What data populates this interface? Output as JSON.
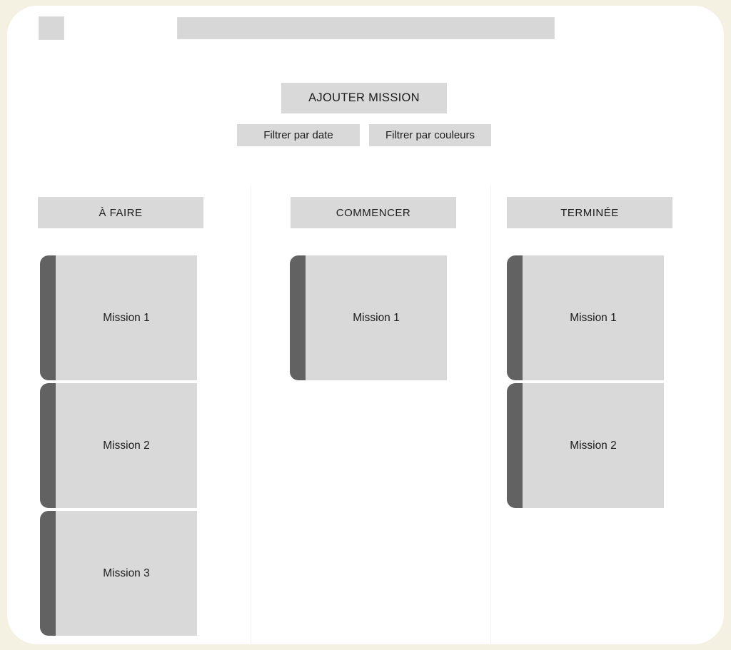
{
  "app": {
    "background_color": "#f4f0e2",
    "panel_color": "#ffffff",
    "accent_color": "#626262",
    "surface_color": "#d9d9d9"
  },
  "header": {
    "brand_placeholder_label": "",
    "nav_placeholder_label": ""
  },
  "toolbar": {
    "add_mission_label": "AJOUTER MISSION",
    "filter_date_label": "Filtrer par date",
    "filter_colors_label": "Filtrer par couleurs"
  },
  "board": {
    "columns": [
      {
        "id": "todo",
        "title": "À FAIRE",
        "cards": [
          {
            "title": "Mission 1",
            "accent": "#626262"
          },
          {
            "title": "Mission 2",
            "accent": "#626262"
          },
          {
            "title": "Mission 3",
            "accent": "#626262"
          }
        ]
      },
      {
        "id": "started",
        "title": "COMMENCER",
        "cards": [
          {
            "title": "Mission 1",
            "accent": "#626262"
          }
        ]
      },
      {
        "id": "done",
        "title": "TERMINÉE",
        "cards": [
          {
            "title": "Mission 1",
            "accent": "#626262"
          },
          {
            "title": "Mission 2",
            "accent": "#626262"
          }
        ]
      }
    ]
  }
}
